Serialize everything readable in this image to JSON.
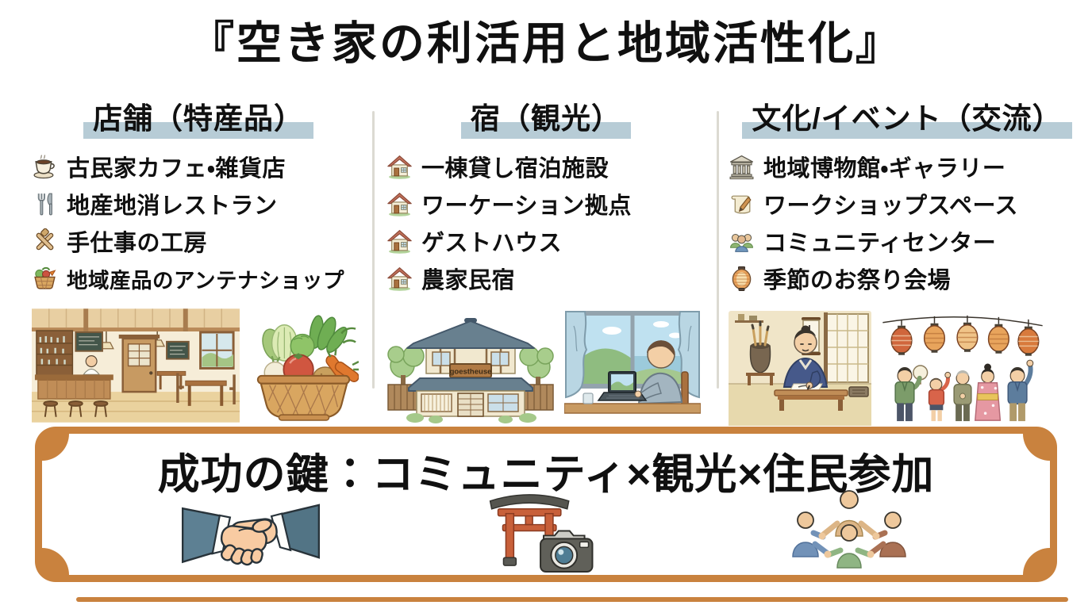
{
  "title": "『空き家の利活用と地域活性化』",
  "columns": [
    {
      "header": "店舗（特産品）",
      "items": [
        {
          "icon": "coffee-cup-icon",
          "label": "古民家カフェ・雑貨店"
        },
        {
          "icon": "fork-knife-icon",
          "label": "地産地消レストラン"
        },
        {
          "icon": "craft-tools-icon",
          "label": "手仕事の工房"
        },
        {
          "icon": "vegetable-basket-icon",
          "label": "地域産品のアンテナショップ"
        }
      ],
      "illustrations": [
        "cafe-interior",
        "vegetable-basket"
      ]
    },
    {
      "header": "宿（観光）",
      "items": [
        {
          "icon": "house-icon",
          "label": "一棟貸し宿泊施設"
        },
        {
          "icon": "house-icon",
          "label": "ワーケーション拠点"
        },
        {
          "icon": "house-icon",
          "label": "ゲストハウス"
        },
        {
          "icon": "house-icon",
          "label": "農家民宿"
        }
      ],
      "illustrations": [
        "guesthouse-building",
        "workation-by-window"
      ],
      "guesthouse_sign": "goestheuse"
    },
    {
      "header": "文化/イベント（交流）",
      "items": [
        {
          "icon": "museum-icon",
          "label": "地域博物館・ギャラリー"
        },
        {
          "icon": "scroll-pencil-icon",
          "label": "ワークショップスペース"
        },
        {
          "icon": "people-group-icon",
          "label": "コミュニティセンター"
        },
        {
          "icon": "lantern-icon",
          "label": "季節のお祭り会場"
        }
      ],
      "illustrations": [
        "craftsman-workshop",
        "festival-lanterns"
      ]
    }
  ],
  "banner": {
    "text": "成功の鍵：コミュニティ×観光×住民参加",
    "icons": [
      "handshake-icon",
      "torii-camera-icon",
      "people-circle-icon"
    ]
  },
  "colors": {
    "header_highlight": "#b7ccd6",
    "banner_frame": "#c9823e",
    "divider": "#dcdad2",
    "text": "#101010"
  }
}
